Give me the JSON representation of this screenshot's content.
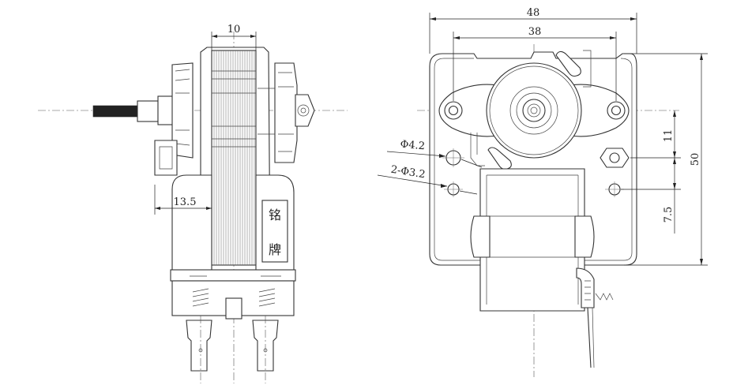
{
  "dimensions": {
    "top_width_left_view": "10",
    "shaft_offset": "13.5",
    "overall_width": "48",
    "hole_spacing": "38",
    "overall_height": "50",
    "hole_offset_upper": "11",
    "hole_offset_lower": "7.5",
    "hole_diameter_large": "Φ4.2",
    "hole_diameter_small": "2-Φ3.2"
  },
  "nameplate": {
    "char_top": "铭",
    "char_bottom": "牌"
  },
  "colors": {
    "line": "#333333",
    "background": "#ffffff"
  }
}
